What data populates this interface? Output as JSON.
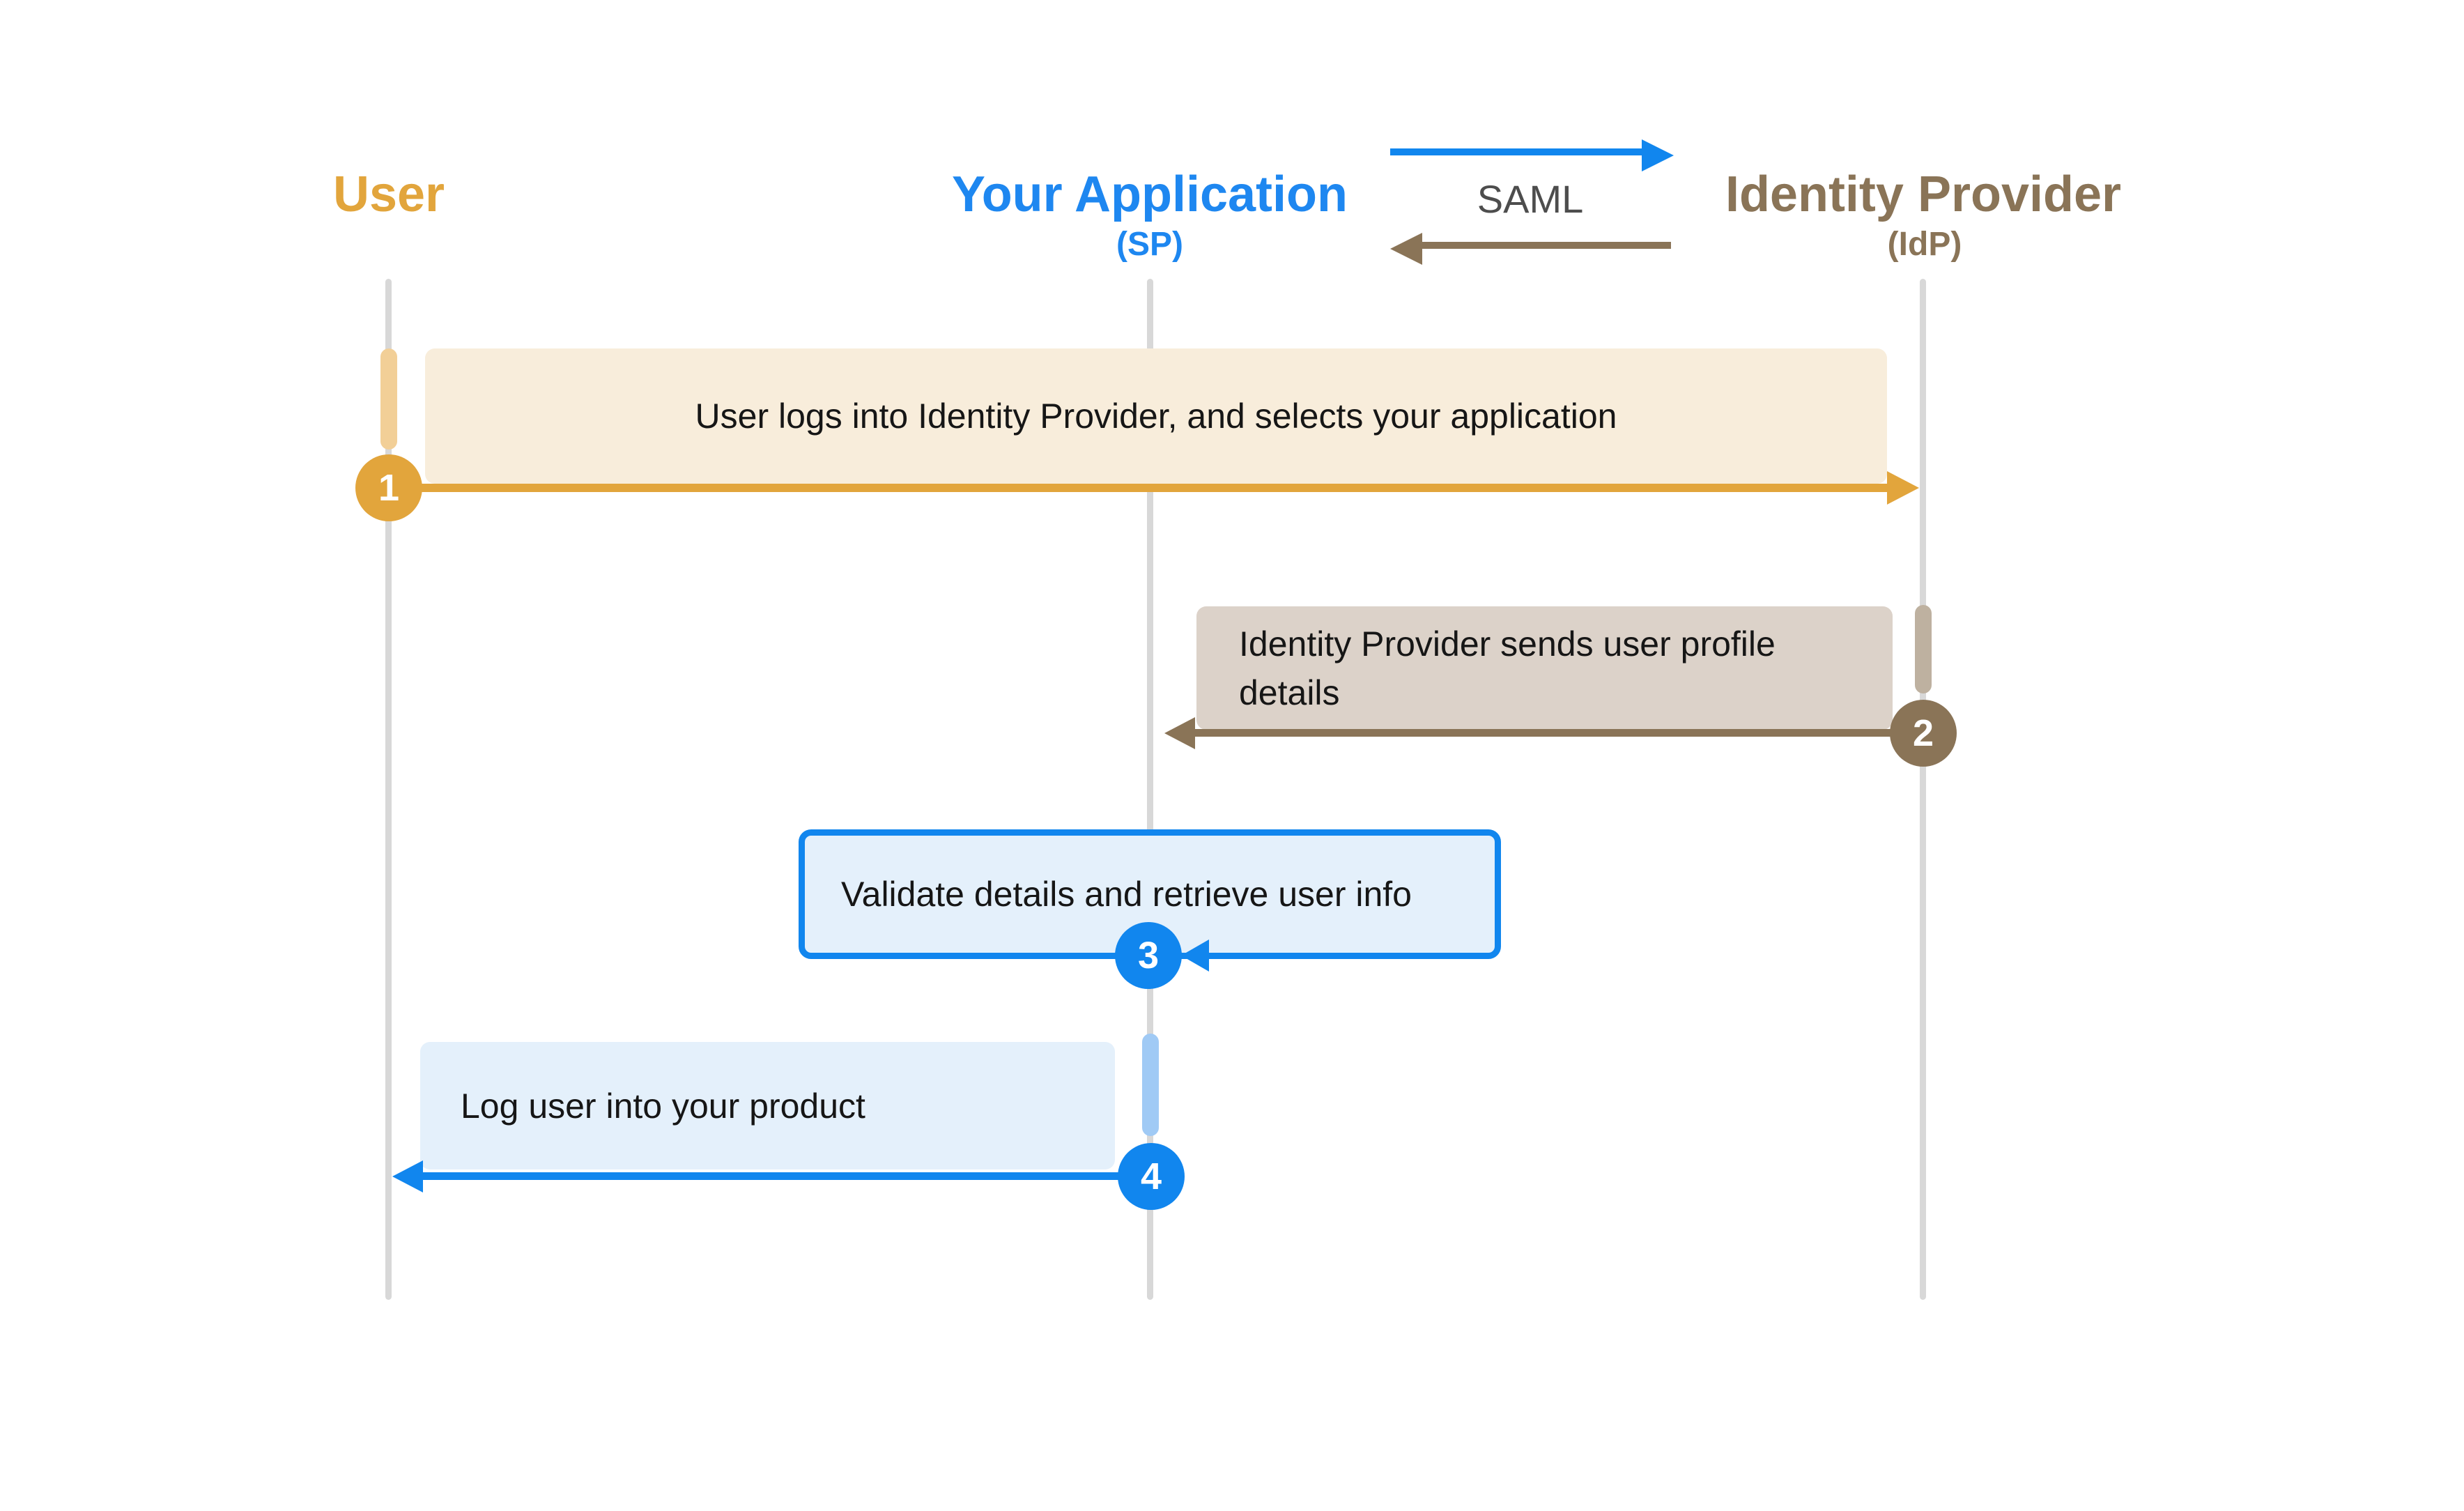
{
  "diagram": {
    "title_hint": "SAML login sequence diagram",
    "participants": [
      {
        "name": "User",
        "sub": "",
        "role": "user"
      },
      {
        "name": "Your Application",
        "sub": "(SP)",
        "role": "service-provider"
      },
      {
        "name": "Identity Provider",
        "sub": "(IdP)",
        "role": "identity-provider"
      }
    ],
    "legend": {
      "label": "SAML"
    },
    "steps": [
      {
        "num": "1",
        "text": "User logs into Identity Provider, and selects your application",
        "from": "User",
        "to": "Identity Provider"
      },
      {
        "num": "2",
        "text": "Identity Provider sends user profile details",
        "from": "Identity Provider",
        "to": "Your Application"
      },
      {
        "num": "3",
        "text": "Validate details and retrieve user info",
        "from": "Your Application",
        "to": "Your Application"
      },
      {
        "num": "4",
        "text": "Log user into your product",
        "from": "Your Application",
        "to": "User"
      }
    ],
    "colors": {
      "gold-strong": "#E2A53C",
      "gold-light": "#F2CF97",
      "gold-box": "#F8EDDB",
      "blue-strong": "#1186EE",
      "blue-title": "#1E87F0",
      "blue-light": "#A0CAF5",
      "blue-box": "#E4F0FB",
      "brown-strong": "#8A7457",
      "brown-light": "#BEB1A0",
      "brown-box": "#DCD2C9",
      "lifeline": "#D8D8D8",
      "text-dark": "#161616",
      "saml-text": "#4D4D4D",
      "white": "#FFFFFF"
    }
  }
}
